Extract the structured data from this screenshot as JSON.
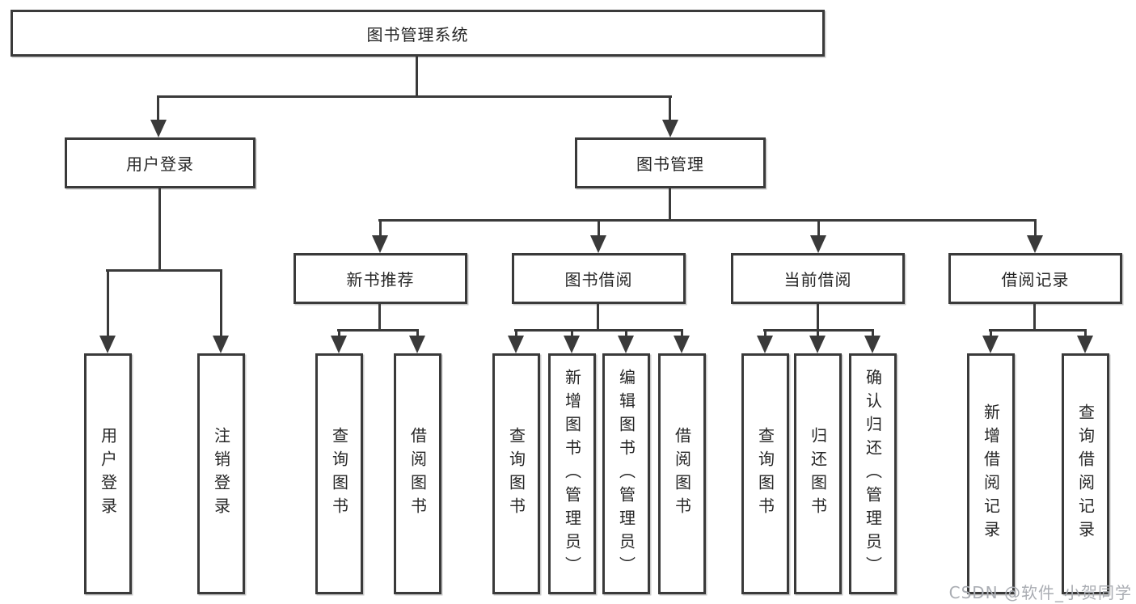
{
  "tree": {
    "root": {
      "label": "图书管理系统",
      "children": [
        {
          "label": "用户登录",
          "children": [
            {
              "label": "用户登录"
            },
            {
              "label": "注销登录"
            }
          ]
        },
        {
          "label": "图书管理",
          "children": [
            {
              "label": "新书推荐",
              "children": [
                {
                  "label": "查询图书"
                },
                {
                  "label": "借阅图书"
                }
              ]
            },
            {
              "label": "图书借阅",
              "children": [
                {
                  "label": "查询图书"
                },
                {
                  "label": "新增图书（管理员）"
                },
                {
                  "label": "编辑图书（管理员）"
                },
                {
                  "label": "借阅图书"
                }
              ]
            },
            {
              "label": "当前借阅",
              "children": [
                {
                  "label": "查询图书"
                },
                {
                  "label": "归还图书"
                },
                {
                  "label": "确认归还（管理员）"
                }
              ]
            },
            {
              "label": "借阅记录",
              "children": [
                {
                  "label": "新增借阅记录"
                },
                {
                  "label": "查询借阅记录"
                }
              ]
            }
          ]
        }
      ]
    }
  },
  "watermark": {
    "text": "CSDN @软件_小贺同学"
  },
  "colors": {
    "line": "#3a3a3a",
    "text": "#262626",
    "box_fill": "#ffffff",
    "watermark": "#aaadb3"
  }
}
